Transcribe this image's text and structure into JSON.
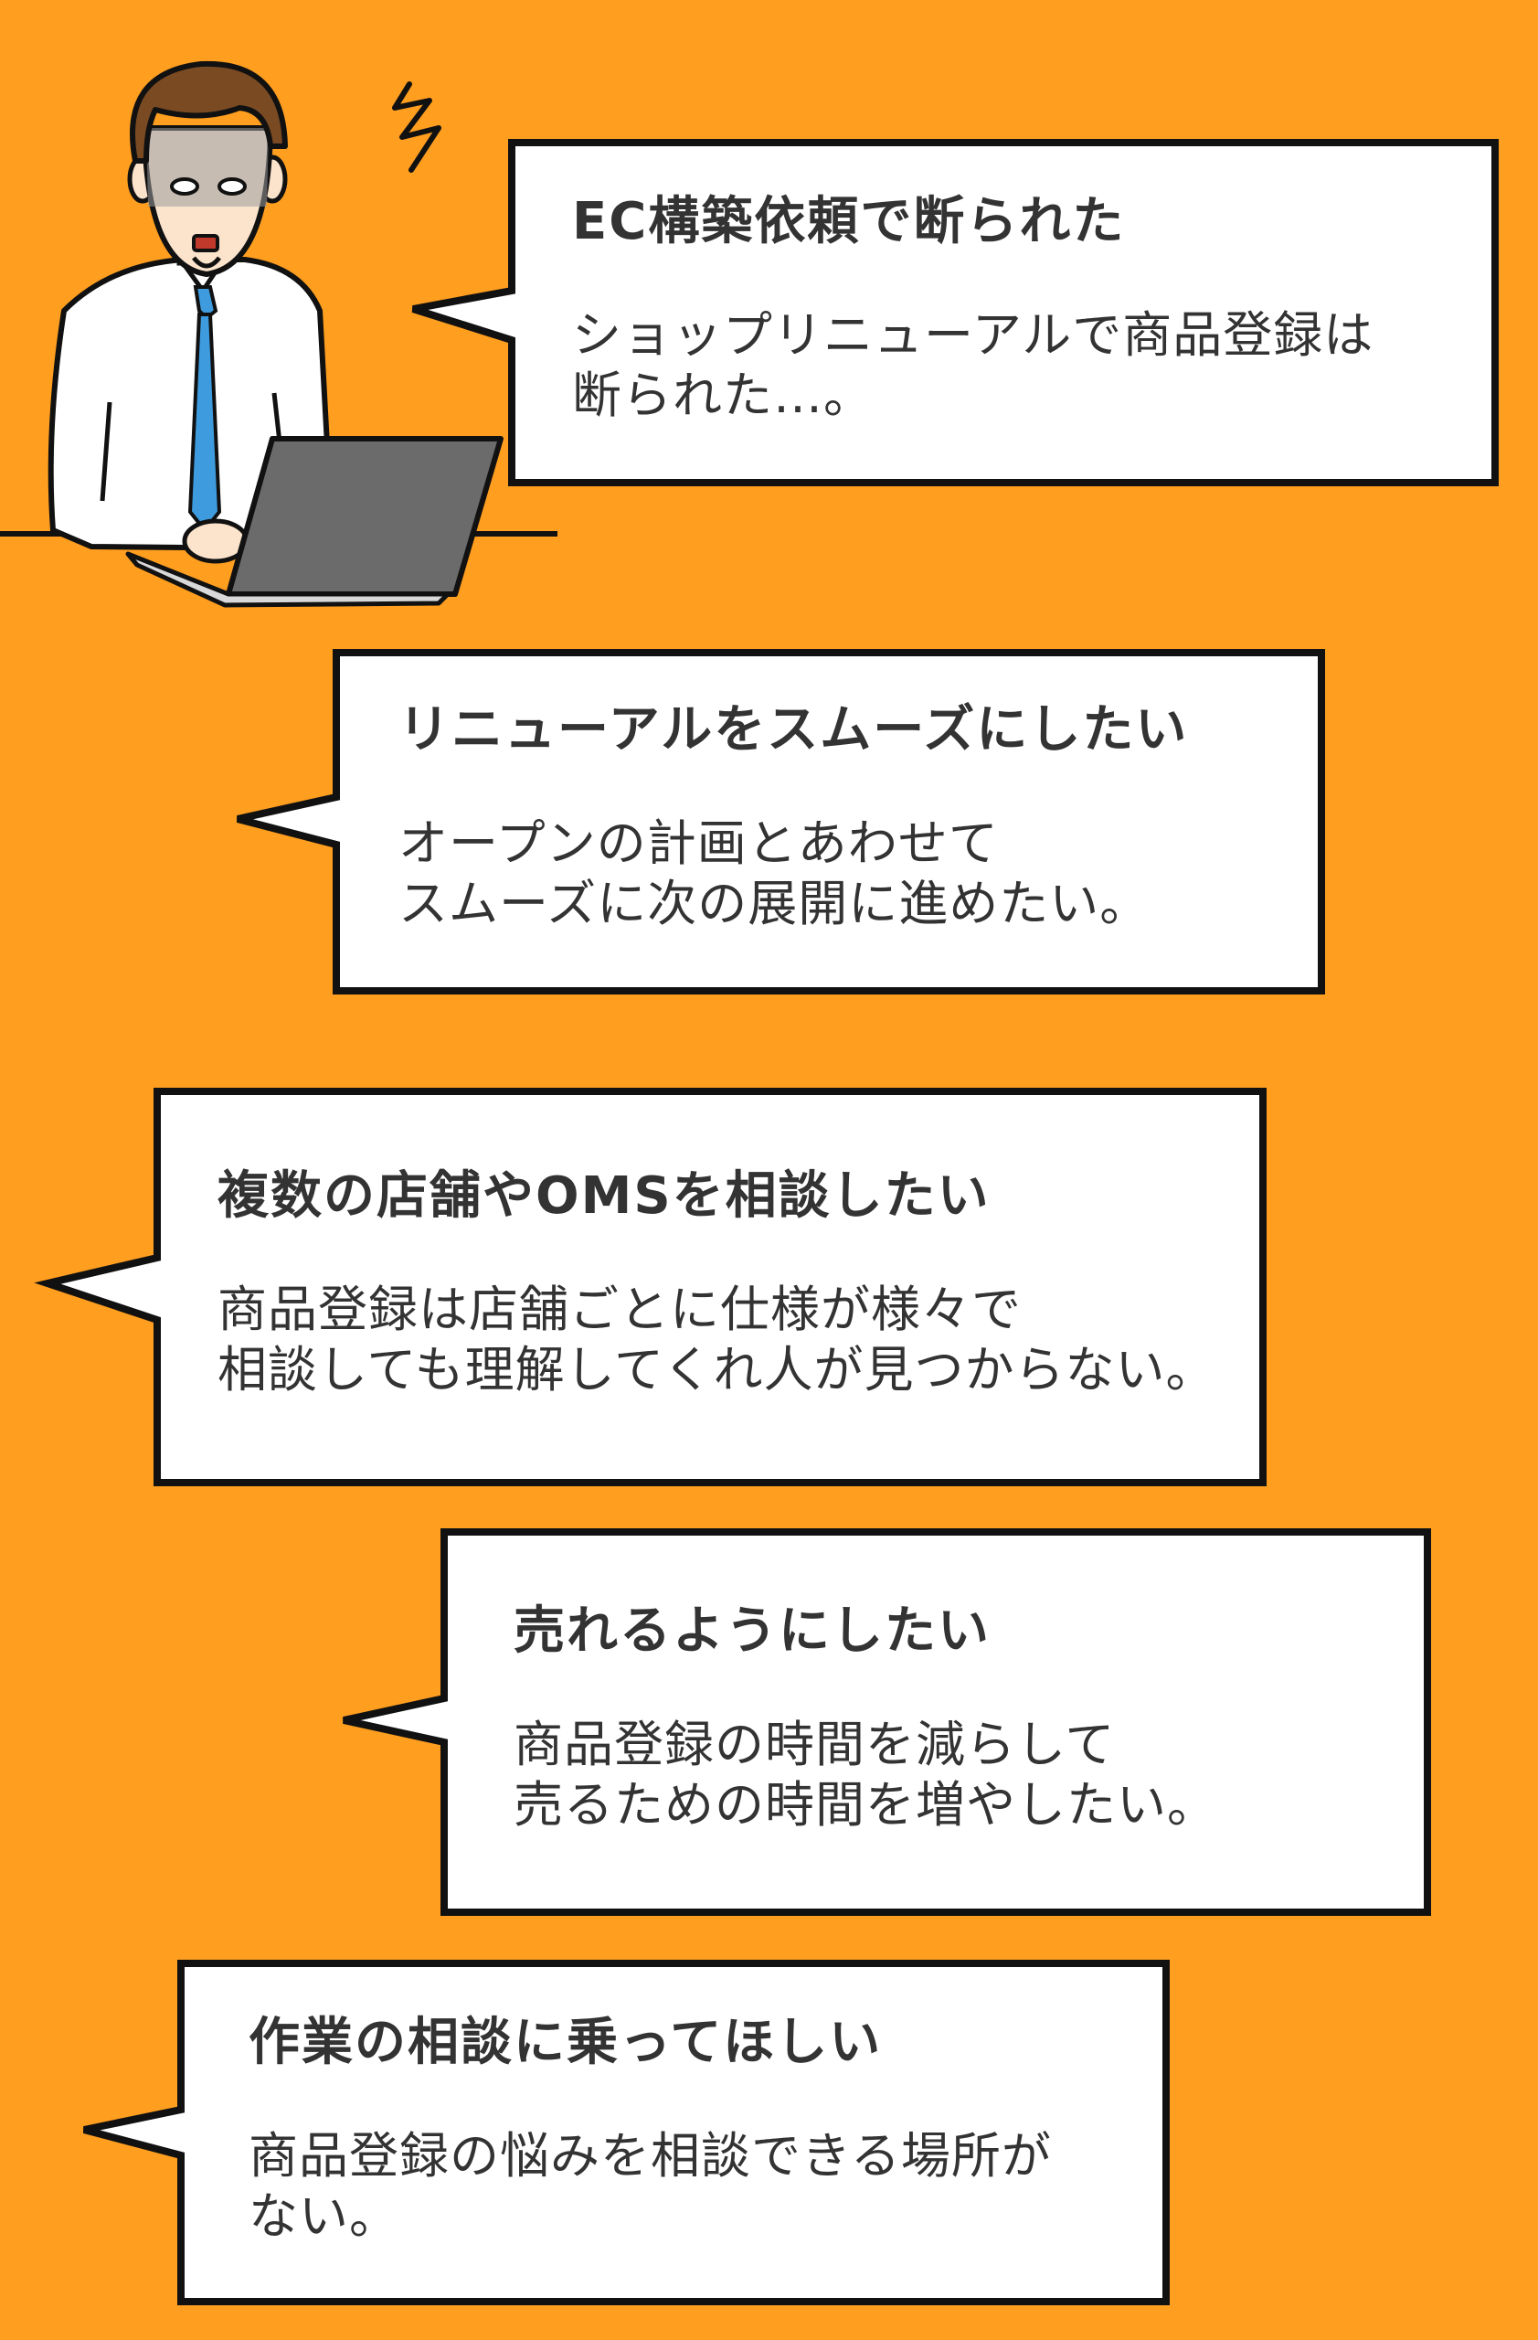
{
  "colors": {
    "background": "#FF9E1F",
    "bubble_fill": "#FFFFFF",
    "bubble_stroke": "#111111",
    "text": "#333333",
    "tie": "#3E9BDD",
    "laptop": "#6B6B6B"
  },
  "illustration": {
    "icon": "worried-man-at-laptop-icon"
  },
  "bubbles": [
    {
      "title": "EC構築依頼で断られた",
      "lines": [
        "ショップリニューアルで商品登録は",
        "断られた…。"
      ]
    },
    {
      "title": "リニューアルをスムーズにしたい",
      "lines": [
        "オープンの計画とあわせて",
        "スムーズに次の展開に進めたい。"
      ]
    },
    {
      "title": "複数の店舗やOMSを相談したい",
      "lines": [
        "商品登録は店舗ごとに仕様が様々で",
        "相談しても理解してくれ人が見つからない。"
      ]
    },
    {
      "title": "売れるようにしたい",
      "lines": [
        "商品登録の時間を減らして",
        "売るための時間を増やしたい。"
      ]
    },
    {
      "title": "作業の相談に乗ってほしい",
      "lines": [
        "商品登録の悩みを相談できる場所が",
        "ない。"
      ]
    }
  ]
}
